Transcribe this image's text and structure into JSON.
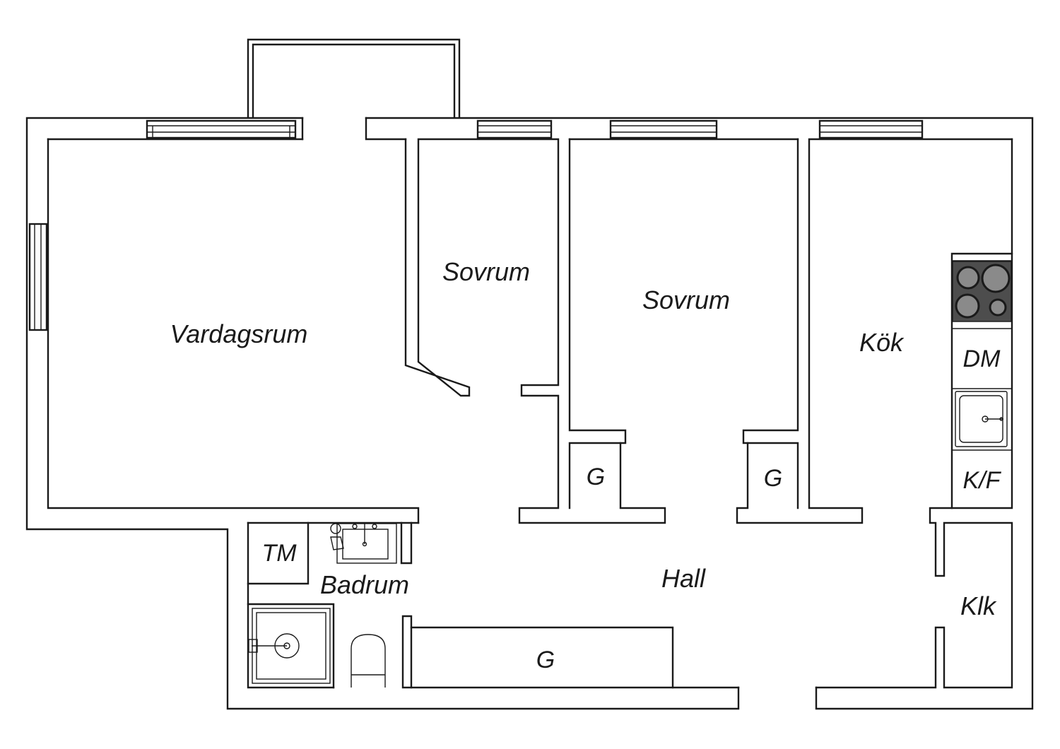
{
  "rooms": {
    "vardagsrum": "Vardagsrum",
    "sovrum_1": "Sovrum",
    "sovrum_2": "Sovrum",
    "kok": "Kök",
    "hall": "Hall",
    "badrum": "Badrum",
    "klk": "Klk"
  },
  "fixtures": {
    "dishwasher": "DM",
    "fridge_freezer": "K/F",
    "washing_machine": "TM",
    "wardrobe_hall": "G",
    "wardrobe_sovrum_1": "G",
    "wardrobe_sovrum_2": "G"
  },
  "colors": {
    "line": "#1a1a1a",
    "stove": "#4d4d4d",
    "burner": "#8a8a8a",
    "background": "#ffffff"
  }
}
